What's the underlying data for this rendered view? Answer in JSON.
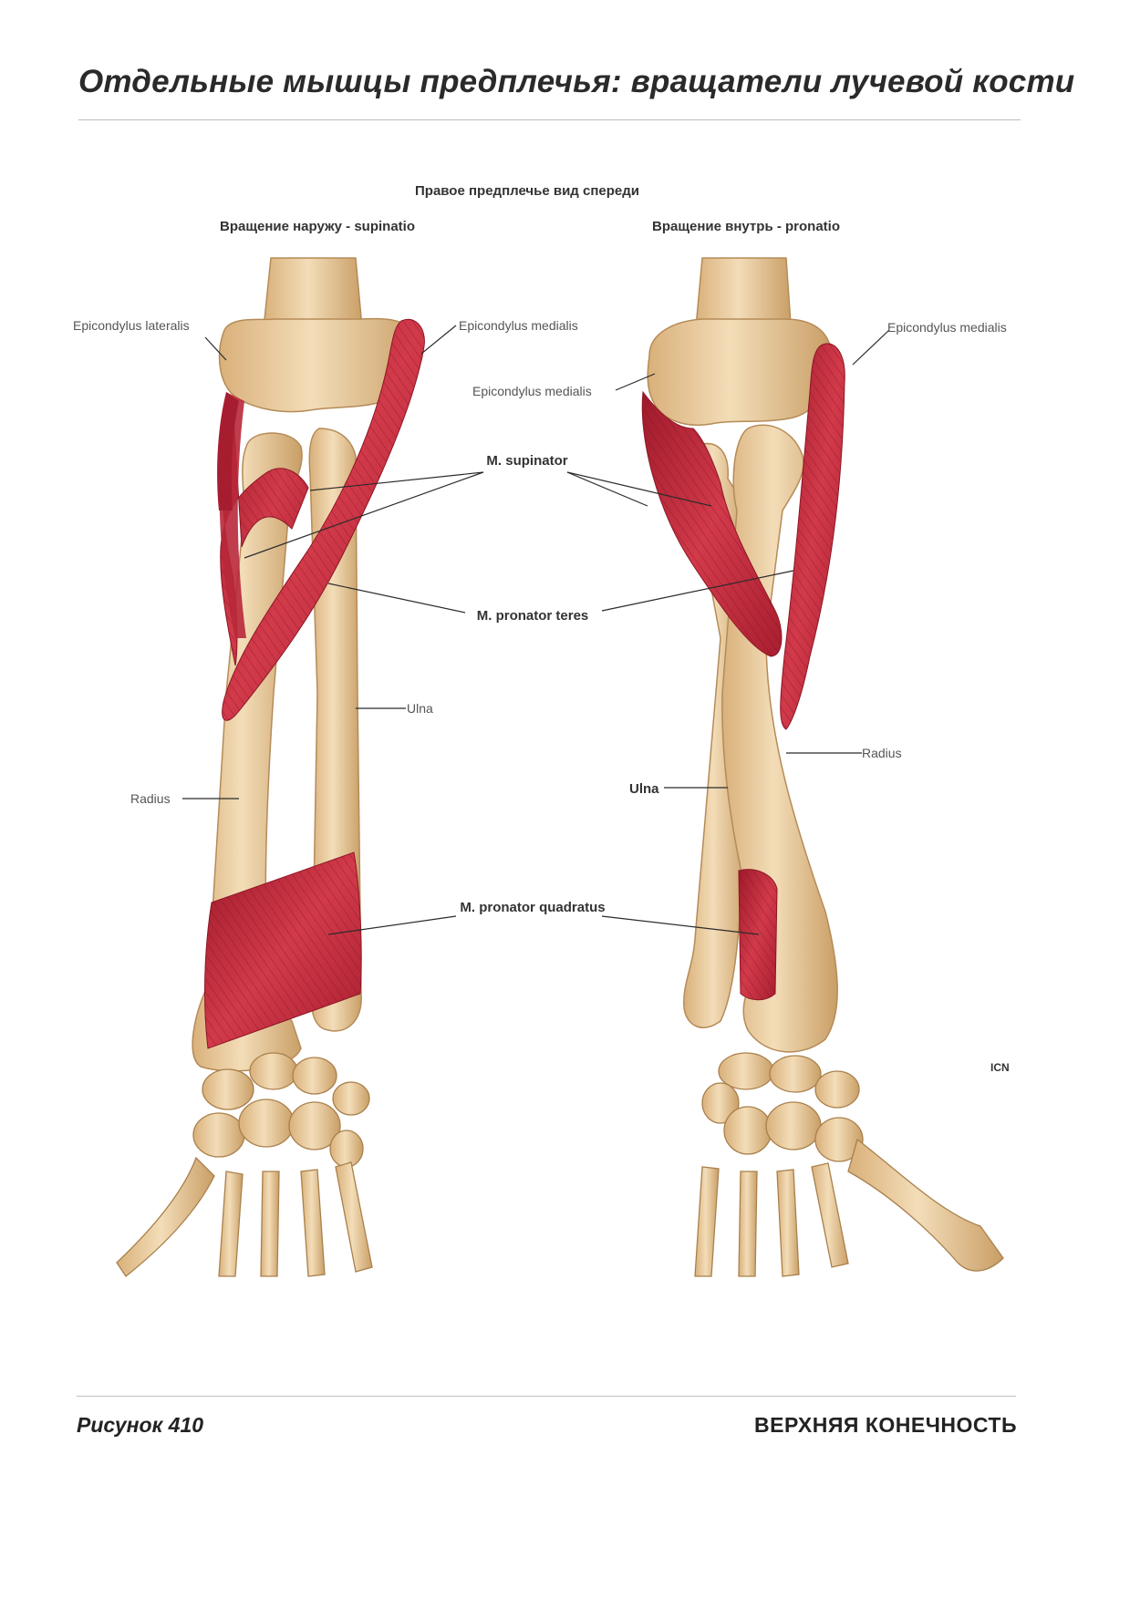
{
  "page": {
    "title": "Отдельные мышцы предплечья: вращатели лучевой кости",
    "figure_number": "Рисунок 410",
    "section": "ВЕРХНЯЯ КОНЕЧНОСТЬ",
    "signature_mark": "ICN"
  },
  "figure": {
    "caption": "Правое предплечье вид спереди",
    "left_panel": {
      "heading": "Вращение наружу - supinatio",
      "labels": {
        "epicondylus_lateralis": "Epicondylus lateralis",
        "epicondylus_medialis": "Epicondylus medialis",
        "ulna": "Ulna",
        "radius": "Radius"
      }
    },
    "right_panel": {
      "heading": "Вращение внутрь - pronatio",
      "labels": {
        "epicondylus_medialis_top": "Epicondylus medialis",
        "epicondylus_medialis_inner": "Epicondylus medialis",
        "radius": "Radius",
        "ulna": "Ulna"
      }
    },
    "shared_labels": {
      "m_supinator": "M. supinator",
      "m_pronator_teres": "M. pronator teres",
      "m_pronator_quadratus": "M. pronator quadratus"
    },
    "colors": {
      "bone": "#EBCB9E",
      "bone_shade": "#C9A472",
      "muscle": "#C8283A",
      "muscle_dark": "#8E1626",
      "rule": "#BDBDBD"
    }
  }
}
